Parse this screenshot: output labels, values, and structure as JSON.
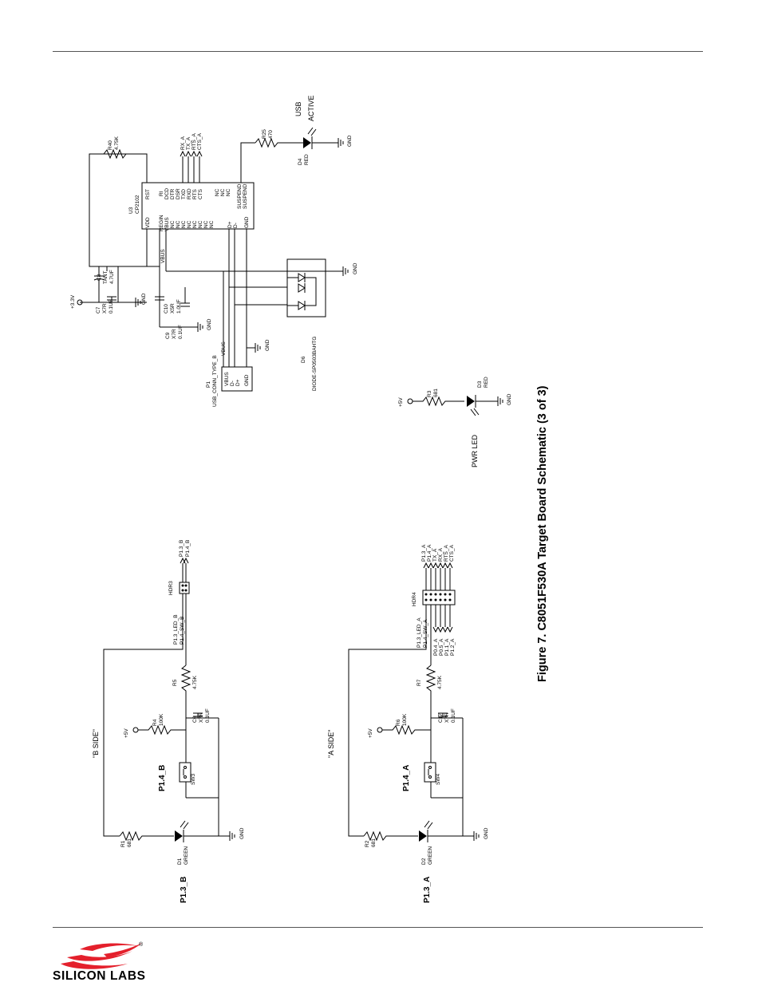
{
  "figure": {
    "caption": "Figure 7. C8051F530A Target Board Schematic (3 of 3)"
  },
  "footer": {
    "company": "SILICON LABS",
    "registered_mark": "®",
    "brand_color": "#e4202c"
  },
  "usb_section": {
    "u3": {
      "ref": "U3",
      "part": "CP2102",
      "left_pins": [
        "RST",
        "RI",
        "DCD",
        "DTR",
        "DSR",
        "TXD",
        "RXD",
        "RTS",
        "CTS"
      ],
      "right_pins": [
        "NC",
        "NC",
        "NC",
        "SUSPEND",
        "SUSPEND"
      ],
      "bottom_pins": [
        "VDD",
        "REGIN",
        "VBUS",
        "NC",
        "NC",
        "NC",
        "NC",
        "NC",
        "NC",
        "NC",
        "NC",
        "D+",
        "D-",
        "GND"
      ]
    },
    "nets": [
      "RX_A",
      "TX_A",
      "RTS_A",
      "CTS_A"
    ],
    "r40": {
      "ref": "R40",
      "value": "4.75K"
    },
    "r25": {
      "ref": "R25",
      "value": "470"
    },
    "d4": {
      "ref": "D4",
      "color": "RED",
      "label_1": "USB",
      "label_2": "ACTIVE"
    },
    "c8": {
      "ref": "C8",
      "type": "TANT",
      "value": "4.7UF"
    },
    "c7": {
      "ref": "C7",
      "type": "X7R",
      "value": "0.1UF"
    },
    "c9": {
      "ref": "C9",
      "type": "X7R",
      "value": "0.1UF"
    },
    "c10": {
      "ref": "C10",
      "type": "X5R",
      "value": "1.0UF"
    },
    "p1": {
      "ref": "P1",
      "part": "USB_CONN_TYPE_B",
      "pins": [
        "VBUS",
        "D-",
        "D+",
        "GND"
      ]
    },
    "d6": {
      "ref": "D6",
      "part": "DIODE-SP0503BAHTG"
    },
    "supply": "+3.3V",
    "vbus": "VBUS",
    "gnd": "GND"
  },
  "pwr_section": {
    "supply": "+5V",
    "r3": {
      "ref": "R3",
      "value": "681"
    },
    "d3": {
      "ref": "D3",
      "color": "RED"
    },
    "label": "PWR LED",
    "gnd": "GND"
  },
  "b_side": {
    "title": "\"B SIDE\"",
    "hdr": {
      "ref": "HDR3",
      "nets_in": [
        "P1.3_LED_B",
        "P1.4_SW_B"
      ],
      "nets_out": [
        "P1.3_B",
        "P1.4_B"
      ]
    },
    "r5": {
      "ref": "R5",
      "value": "4.75K"
    },
    "r4": {
      "ref": "R4",
      "value": "100K"
    },
    "c6": {
      "ref": "C6",
      "type": "X7R",
      "value": "0.1UF"
    },
    "sw": {
      "ref": "SW3",
      "label": "P1.4_B"
    },
    "r1": {
      "ref": "R1",
      "value": "681"
    },
    "d1": {
      "ref": "D1",
      "color": "GREEN",
      "label": "P1.3_B"
    },
    "supply": "+5V",
    "gnd": "GND"
  },
  "a_side": {
    "title": "\"A SIDE\"",
    "hdr": {
      "ref": "HDR4",
      "nets_in": [
        "P1.3_LED_A",
        "P1.4_SW_A",
        "P0.4_A",
        "P0.5_A",
        "P1.1_A",
        "P1.2_A"
      ],
      "nets_out": [
        "P1.3_A",
        "P1.4_A",
        "TX_A",
        "RX_A",
        "RTS_A",
        "CTS_A"
      ]
    },
    "r7": {
      "ref": "R7",
      "value": "4.75K"
    },
    "r6": {
      "ref": "R6",
      "value": "100K"
    },
    "c17": {
      "ref": "C17",
      "type": "X7R",
      "value": "0.1UF"
    },
    "sw": {
      "ref": "SW4",
      "label": "P1.4_A"
    },
    "r2": {
      "ref": "R2",
      "value": "681"
    },
    "d2": {
      "ref": "D2",
      "color": "GREEN",
      "label": "P1.3_A"
    },
    "supply": "+5V",
    "gnd": "GND"
  }
}
